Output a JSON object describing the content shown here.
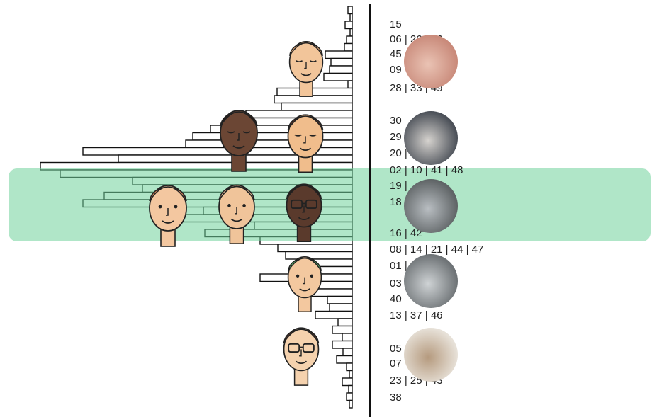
{
  "highlight_color": "#6fd19a",
  "bar_fill": "#ffffff",
  "bar_stroke": "#111111",
  "bars": [
    {
      "y": 1,
      "v": 6
    },
    {
      "y": 2,
      "v": 3
    },
    {
      "y": 3,
      "v": 10
    },
    {
      "y": 4,
      "v": 3
    },
    {
      "y": 5,
      "v": 8
    },
    {
      "y": 6,
      "v": 11
    },
    {
      "y": 7,
      "v": 38
    },
    {
      "y": 8,
      "v": 30
    },
    {
      "y": 9,
      "v": 32
    },
    {
      "y": 10,
      "v": 40
    },
    {
      "y": 11,
      "v": 6
    },
    {
      "y": 12,
      "v": 106
    },
    {
      "y": 13,
      "v": 110
    },
    {
      "y": 14,
      "v": 100
    },
    {
      "y": 15,
      "v": 150
    },
    {
      "y": 16,
      "v": 170
    },
    {
      "y": 17,
      "v": 200
    },
    {
      "y": 18,
      "v": 225
    },
    {
      "y": 19,
      "v": 235
    },
    {
      "y": 20,
      "v": 380
    },
    {
      "y": 21,
      "v": 330
    },
    {
      "y": 22,
      "v": 440
    },
    {
      "y": 23,
      "v": 412
    },
    {
      "y": 24,
      "v": 310
    },
    {
      "y": 25,
      "v": 296
    },
    {
      "y": 26,
      "v": 350
    },
    {
      "y": 27,
      "v": 380
    },
    {
      "y": 28,
      "v": 210
    },
    {
      "y": 29,
      "v": 258
    },
    {
      "y": 30,
      "v": 138
    },
    {
      "y": 31,
      "v": 208
    },
    {
      "y": 32,
      "v": 130
    },
    {
      "y": 33,
      "v": 105
    },
    {
      "y": 34,
      "v": 94
    },
    {
      "y": 35,
      "v": 70
    },
    {
      "y": 36,
      "v": 45
    },
    {
      "y": 37,
      "v": 130
    },
    {
      "y": 38,
      "v": 56
    },
    {
      "y": 39,
      "v": 62
    },
    {
      "y": 40,
      "v": 35
    },
    {
      "y": 41,
      "v": 32
    },
    {
      "y": 42,
      "v": 52
    },
    {
      "y": 43,
      "v": 20
    },
    {
      "y": 44,
      "v": 28
    },
    {
      "y": 45,
      "v": 14
    },
    {
      "y": 46,
      "v": 28
    },
    {
      "y": 47,
      "v": 13
    },
    {
      "y": 48,
      "v": 22
    },
    {
      "y": 49,
      "v": 8
    },
    {
      "y": 50,
      "v": 4
    },
    {
      "y": 51,
      "v": 14
    },
    {
      "y": 52,
      "v": 5
    },
    {
      "y": 53,
      "v": 8
    },
    {
      "y": 54,
      "v": 4
    }
  ],
  "labels": [
    "15",
    "06 | 26 | 36",
    "45",
    "09",
    "28 | 33 | 49",
    "",
    "30",
    "29",
    "20 |        30",
    "02 | 10 | 41 | 48",
    "19 |",
    "18",
    "",
    "",
    "16 | 42",
    "08 | 14 | 21 | 44 | 47",
    "01 |         4",
    "03           | 31",
    "40",
    "13 | 37 | 46",
    "",
    "05",
    "07",
    "23 | 25 | 43",
    "38"
  ],
  "photos": [
    {
      "name": "hand-washing-photo",
      "c1": "#c98a7a",
      "c2": "#eac3b4"
    },
    {
      "name": "hair-washing-photo",
      "c1": "#4b5058",
      "c2": "#d6d3cf"
    },
    {
      "name": "shower-faucet-photo",
      "c1": "#5f6466",
      "c2": "#b9bec2"
    },
    {
      "name": "sink-tap-photo",
      "c1": "#6e7376",
      "c2": "#cfd3d5"
    },
    {
      "name": "washing-machine-photo",
      "c1": "#e7e1d8",
      "c2": "#b59a7e"
    }
  ],
  "faces": [
    {
      "name": "woman-headband-avatar",
      "skin": "#f2c59a",
      "hair": "#e4a574",
      "eye": "closed"
    },
    {
      "name": "man-afro-avatar",
      "skin": "#6b4634",
      "hair": "#2a1c17",
      "eye": "closed"
    },
    {
      "name": "woman-bun-avatar",
      "skin": "#f0bd8c",
      "hair": "#5a3328",
      "eye": "closed"
    },
    {
      "name": "man-red-beard-avatar",
      "skin": "#f3c7a0",
      "hair": "#d9895c",
      "eye": "open"
    },
    {
      "name": "bald-man-avatar",
      "skin": "#f0c49a",
      "hair": "#f0c49a",
      "eye": "open"
    },
    {
      "name": "man-glasses-beard-avatar",
      "skin": "#5a3a2c",
      "hair": "#2a1c17",
      "eye": "glasses"
    },
    {
      "name": "man-frog-hat-avatar",
      "skin": "#f3c89f",
      "hair": "#5cbf6e",
      "eye": "open"
    },
    {
      "name": "man-glasses-avatar",
      "skin": "#f5d2ae",
      "hair": "#4a3026",
      "eye": "glasses"
    }
  ]
}
